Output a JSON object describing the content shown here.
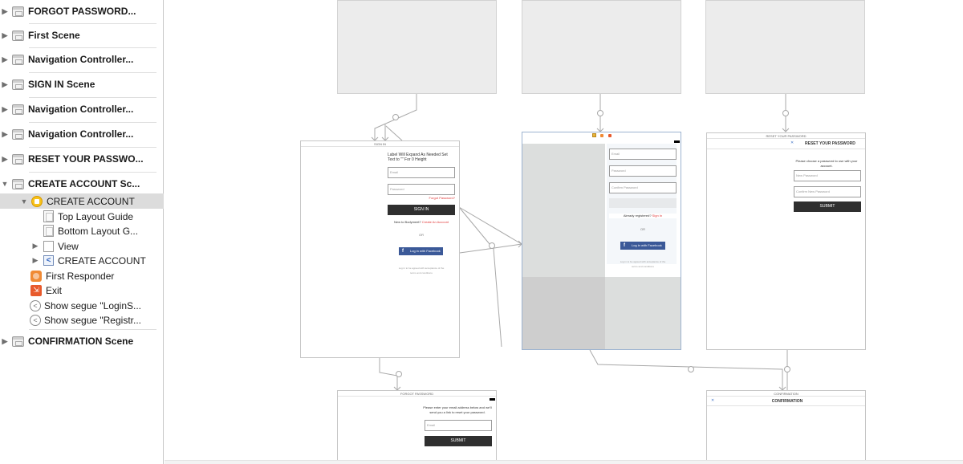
{
  "outline": {
    "scenes": [
      {
        "label": "FORGOT PASSWORD...",
        "icon": "scene-icon"
      },
      {
        "label": "First Scene",
        "icon": "scene-icon"
      },
      {
        "label": "Navigation Controller...",
        "icon": "navigation-controller-icon"
      },
      {
        "label": "SIGN IN Scene",
        "icon": "scene-icon"
      },
      {
        "label": "Navigation Controller...",
        "icon": "navigation-controller-icon"
      },
      {
        "label": "Navigation Controller...",
        "icon": "navigation-controller-icon"
      },
      {
        "label": "RESET YOUR PASSWO...",
        "icon": "scene-icon"
      },
      {
        "label": "CREATE ACCOUNT Sc...",
        "icon": "scene-icon"
      }
    ],
    "create_account_children": {
      "controller": "CREATE ACCOUNT",
      "top_layout_guide": "Top Layout Guide",
      "bottom_layout_guide": "Bottom Layout G...",
      "view": "View",
      "navigation_item": "CREATE ACCOUNT",
      "first_responder": "First Responder",
      "exit": "Exit",
      "segue_login": "Show segue \"LoginS...",
      "segue_registration": "Show segue \"Registr..."
    },
    "last_scene": "CONFIRMATION Scene"
  },
  "canvas": {
    "sign_in": {
      "title": "SIGN IN",
      "label_text": "Label Will Expand As Needed  Set Text to \"\" For 0 Height",
      "email_placeholder": "Email",
      "password_placeholder": "Password",
      "forgot_link": "Forgot Password?",
      "sign_in_button": "SIGN IN",
      "new_to_text": "New to Bodymeet?",
      "create_link": "Create An Account",
      "or_text": "OR",
      "facebook_button": "Log in with Facebook",
      "fine_print": "Log in to be agreed with acceptance of the terms and conditions"
    },
    "create_account": {
      "email_placeholder": "Email",
      "password_placeholder": "Password",
      "confirm_placeholder": "Confirm Password",
      "already_text": "Already registered?",
      "sign_in_link": "Sign In",
      "or_text": "OR",
      "facebook_button": "Log in with Facebook",
      "fine_print": "Log in to be agreed with acceptance of the terms and conditions"
    },
    "reset_password": {
      "title": "RESET YOUR PASSWORD",
      "nav_title": "RESET YOUR PASSWORD",
      "instruction": "Please choose a password to use with your account.",
      "new_placeholder": "New Password",
      "confirm_placeholder": "Confirm New Password",
      "submit_button": "SUBMIT"
    },
    "forgot_password": {
      "title": "FORGOT PASSWORD",
      "instruction": "Please enter your email address below and we'll send you a link to reset your password.",
      "email_placeholder": "Email",
      "submit_button": "SUBMIT"
    },
    "confirmation": {
      "title": "CONFIRMATION",
      "nav_title": "CONFIRMATION"
    }
  },
  "colors": {
    "selection": "#dcdcdc",
    "dark_button": "#2f2f2f",
    "facebook": "#3b5998",
    "link_red": "#e23b3b"
  }
}
